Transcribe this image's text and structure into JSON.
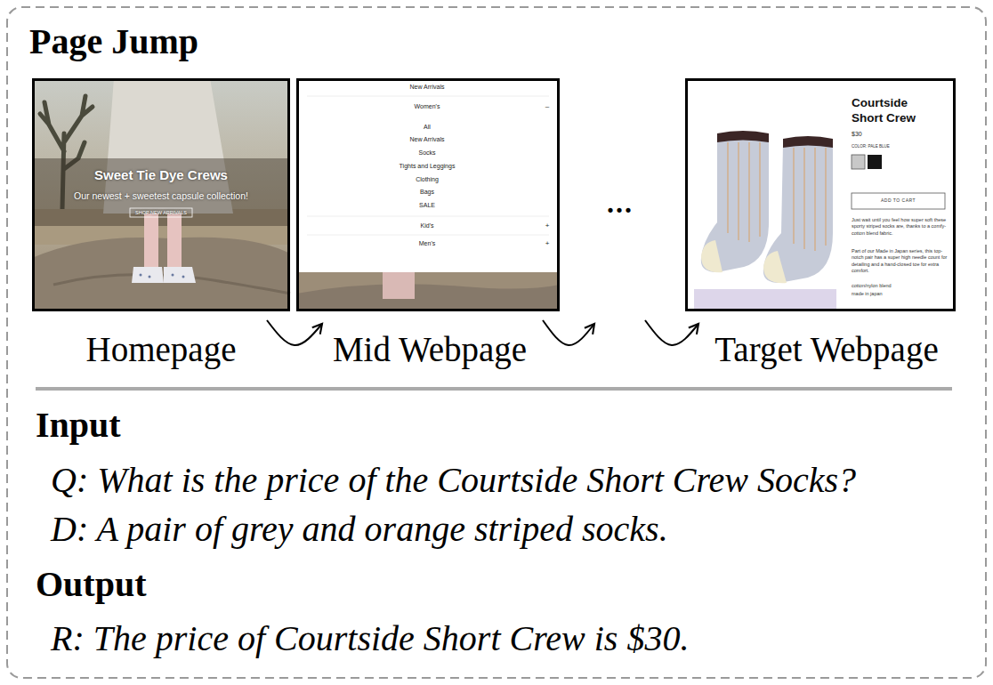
{
  "diagram": {
    "title": "Page Jump",
    "nodes": [
      {
        "text": [
          "Homepage",
          "Sweet Tie Dye Crews",
          "Our newest + sweetest capsule collection!",
          "SHOP NEW ARRIVALS"
        ]
      },
      {
        "text": [
          "Mid Webpage",
          "New Arrivals",
          "Women's",
          "–",
          "All",
          "New Arrivals",
          "Socks",
          "Tights and Leggings",
          "Clothing",
          "Bags",
          "SALE",
          "Kid's",
          "+",
          "Men's",
          "+"
        ]
      },
      {
        "text": [
          "..."
        ]
      },
      {
        "text": [
          "Target Webpage",
          "Courtside Short Crew",
          "$30",
          "COLOR: PALE BLUE",
          "ADD TO CART",
          "Just wait until you feel how super soft these sporty striped socks are, thanks to a comfy-cotton blend fabric.",
          "Part of our Made in Japan series, this top-notch pair has a super high needle count for detailing and a hand-closed toe for extra comfort.",
          "cotton/nylon blend",
          "made in japan"
        ]
      }
    ],
    "edges": [
      {
        "from": 0,
        "to": 1,
        "arrow": "to"
      },
      {
        "from": 1,
        "to": 2,
        "arrow": "to"
      },
      {
        "from": 2,
        "to": 3,
        "arrow": "to"
      }
    ],
    "labels": [
      "Input",
      "Q: What is the price of the Courtside Short Crew Socks?",
      "D: A pair of grey and orange striped socks.",
      "Output",
      "R: The price of Courtside Short Crew is $30."
    ]
  }
}
